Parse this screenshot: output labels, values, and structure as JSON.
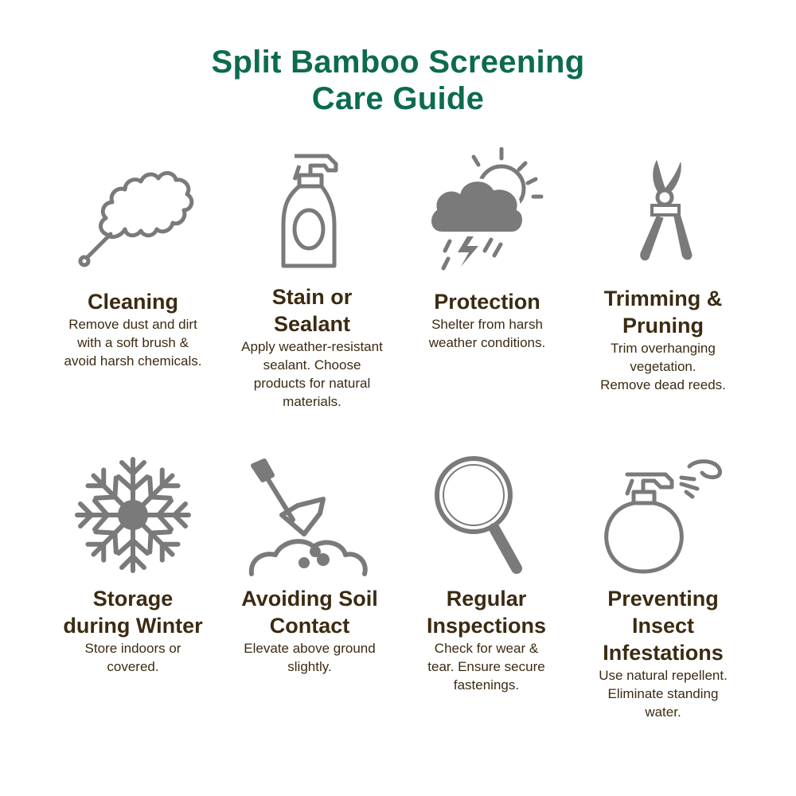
{
  "title": {
    "line1": "Split Bamboo Screening",
    "line2": "Care Guide"
  },
  "colors": {
    "title": "#0c6b4e",
    "text": "#3b2b12",
    "icon": "#7a7a7a"
  },
  "cards": [
    {
      "icon": "duster-icon",
      "title": [
        "Cleaning"
      ],
      "desc": [
        "Remove dust and dirt",
        "with a soft brush &",
        "avoid harsh chemicals."
      ]
    },
    {
      "icon": "spray-bottle-icon",
      "title": [
        "Stain or",
        "Sealant"
      ],
      "desc": [
        "Apply weather-resistant",
        "sealant. Choose",
        "products for natural",
        "materials."
      ]
    },
    {
      "icon": "storm-cloud-icon",
      "title": [
        "Protection"
      ],
      "desc": [
        "Shelter from harsh",
        "weather conditions."
      ]
    },
    {
      "icon": "pruning-shears-icon",
      "title": [
        "Trimming &",
        "Pruning"
      ],
      "desc": [
        "Trim overhanging",
        "vegetation.",
        "Remove dead reeds."
      ]
    },
    {
      "icon": "snowflake-icon",
      "title": [
        "Storage",
        "during Winter"
      ],
      "desc": [
        "Store indoors or",
        "covered."
      ]
    },
    {
      "icon": "shovel-soil-icon",
      "title": [
        "Avoiding Soil",
        "Contact"
      ],
      "desc": [
        "Elevate above ground",
        "slightly."
      ]
    },
    {
      "icon": "magnifying-glass-icon",
      "title": [
        "Regular",
        "Inspections"
      ],
      "desc": [
        "Check for wear &",
        "tear. Ensure secure",
        "fastenings."
      ]
    },
    {
      "icon": "insect-spray-icon",
      "title": [
        "Preventing",
        "Insect",
        "Infestations"
      ],
      "desc": [
        "Use natural repellent.",
        "Eliminate standing",
        "water."
      ]
    }
  ]
}
